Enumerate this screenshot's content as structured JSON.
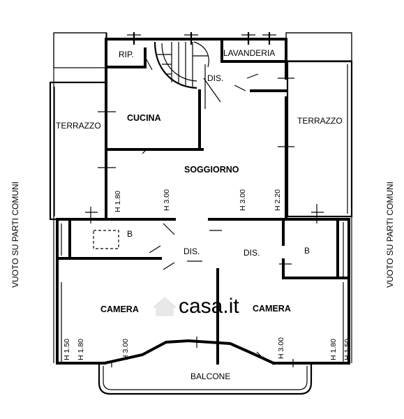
{
  "side_labels": {
    "left": "VUOTO SU PARTI COMUNI",
    "right": "VUOTO SU PARTI COMUNI"
  },
  "rooms": {
    "rip": "RIP.",
    "lavanderia": "LAVANDERIA",
    "dis_top": "DIS.",
    "cucina": "CUCINA",
    "terrazzo_left": "TERRAZZO",
    "terrazzo_right": "TERRAZZO",
    "soggiorno": "SOGGIORNO",
    "bagno_left": "B",
    "bagno_right": "B",
    "dis_left": "DIS.",
    "dis_right": "DIS.",
    "camera_left": "CAMERA",
    "camera_right": "CAMERA",
    "balcone": "BALCONE"
  },
  "heights": {
    "h180_left": "H 1.80",
    "h300_a": "H 3.00",
    "h300_b": "H 3.00",
    "h220": "H 2.20",
    "h150_bl": "H 1.50",
    "h180_bl": "H 1.80",
    "h300_cl": "H 3.00",
    "h300_cr": "H 3.00",
    "h180_br": "H 1.80",
    "h150_br": "H 1.50"
  },
  "watermark": "casa.it"
}
